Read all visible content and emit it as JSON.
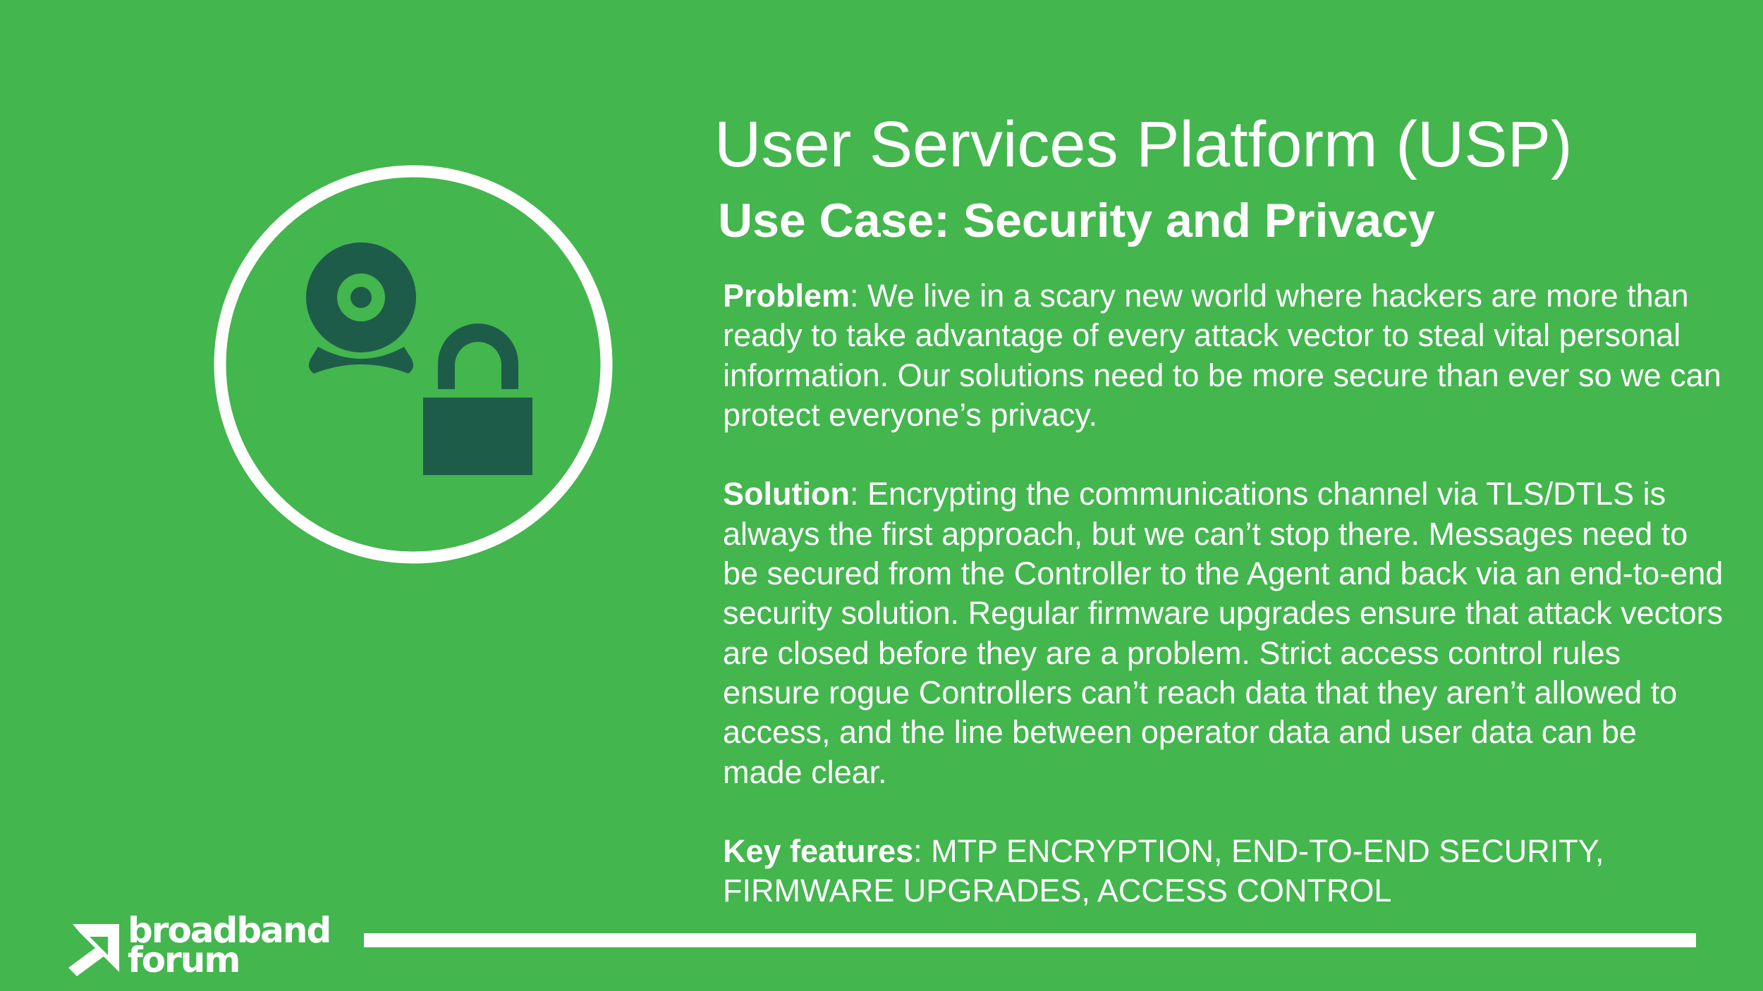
{
  "slide": {
    "title": "User Services Platform (USP)",
    "subtitle_prefix": "Use Case: ",
    "subtitle_bold": "Security and Privacy",
    "sections": [
      {
        "label": "Problem",
        "text": ": We live in a scary new world where hackers are more than ready to take advantage of every attack vector to steal vital personal information. Our solutions need to be more secure than ever so we can protect everyone’s privacy."
      },
      {
        "label": "Solution",
        "text": ": Encrypting the communications channel via TLS/DTLS is always the first approach, but we can’t stop there.  Messages need to be secured from the Controller to the Agent and back via an end-to-end security solution. Regular firmware upgrades ensure that attack vectors are closed before they are a problem. Strict access control rules ensure rogue Controllers can’t reach data that they aren’t allowed to access, and the line between operator data and user data can be made clear."
      },
      {
        "label": "Key features",
        "text": ": MTP ENCRYPTION, END-TO-END SECURITY, FIRMWARE UPGRADES, ACCESS CONTROL"
      }
    ],
    "icons": [
      "webcam-icon",
      "padlock-icon"
    ]
  },
  "footer": {
    "logo_line1": "broadband",
    "logo_line2": "forum"
  },
  "colors": {
    "background": "#43b64e",
    "icon_dark": "#1e5c4a",
    "text": "#ffffff"
  }
}
